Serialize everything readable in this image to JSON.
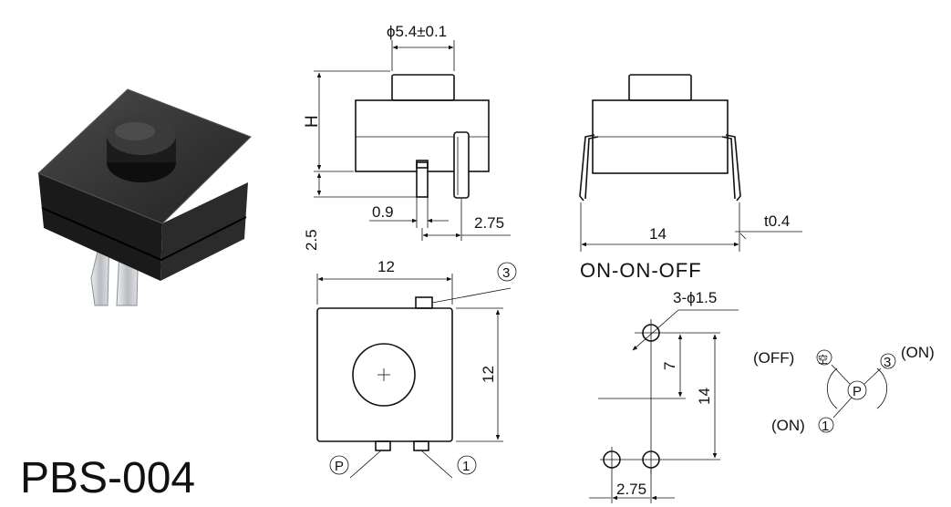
{
  "model": "PBS-004",
  "side_view": {
    "diameter": "ϕ5.4±0.1",
    "height": "H",
    "pin_len": "2.5",
    "pin_width": "0.9",
    "pin_pitch": "2.75"
  },
  "front_view": {
    "width": "14",
    "thickness": "t0.4",
    "caption": "ON-ON-OFF"
  },
  "top_view": {
    "width": "12",
    "height": "12",
    "pin3": "3",
    "pinP": "P",
    "pin1": "1"
  },
  "pcb_view": {
    "holes": "3-ϕ1.5",
    "offset": "7",
    "span": "14",
    "pitch": "2.75"
  },
  "schematic": {
    "off_label": "(OFF)",
    "off_symbol": "空",
    "on_right": "(ON)",
    "on_left": "(ON)",
    "pin3": "3",
    "pinP": "P",
    "pin1": "1"
  },
  "colors": {
    "body": "#1e1e1e",
    "line": "#111111",
    "pin_metal": "#cfd3d6"
  }
}
